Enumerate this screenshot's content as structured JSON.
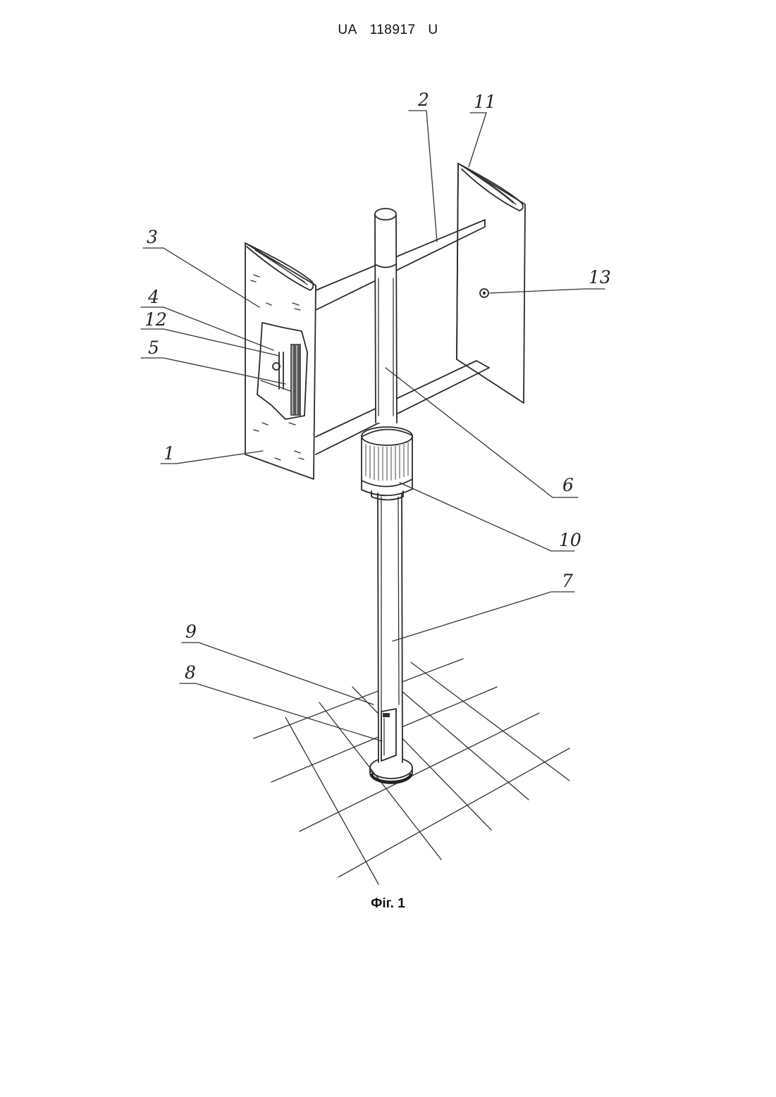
{
  "header": {
    "country": "UA",
    "number": "118917",
    "kind": "U"
  },
  "figure": {
    "caption": "Фіг. 1",
    "labels": [
      "1",
      "2",
      "3",
      "4",
      "5",
      "6",
      "7",
      "8",
      "9",
      "10",
      "11",
      "12",
      "13"
    ]
  }
}
